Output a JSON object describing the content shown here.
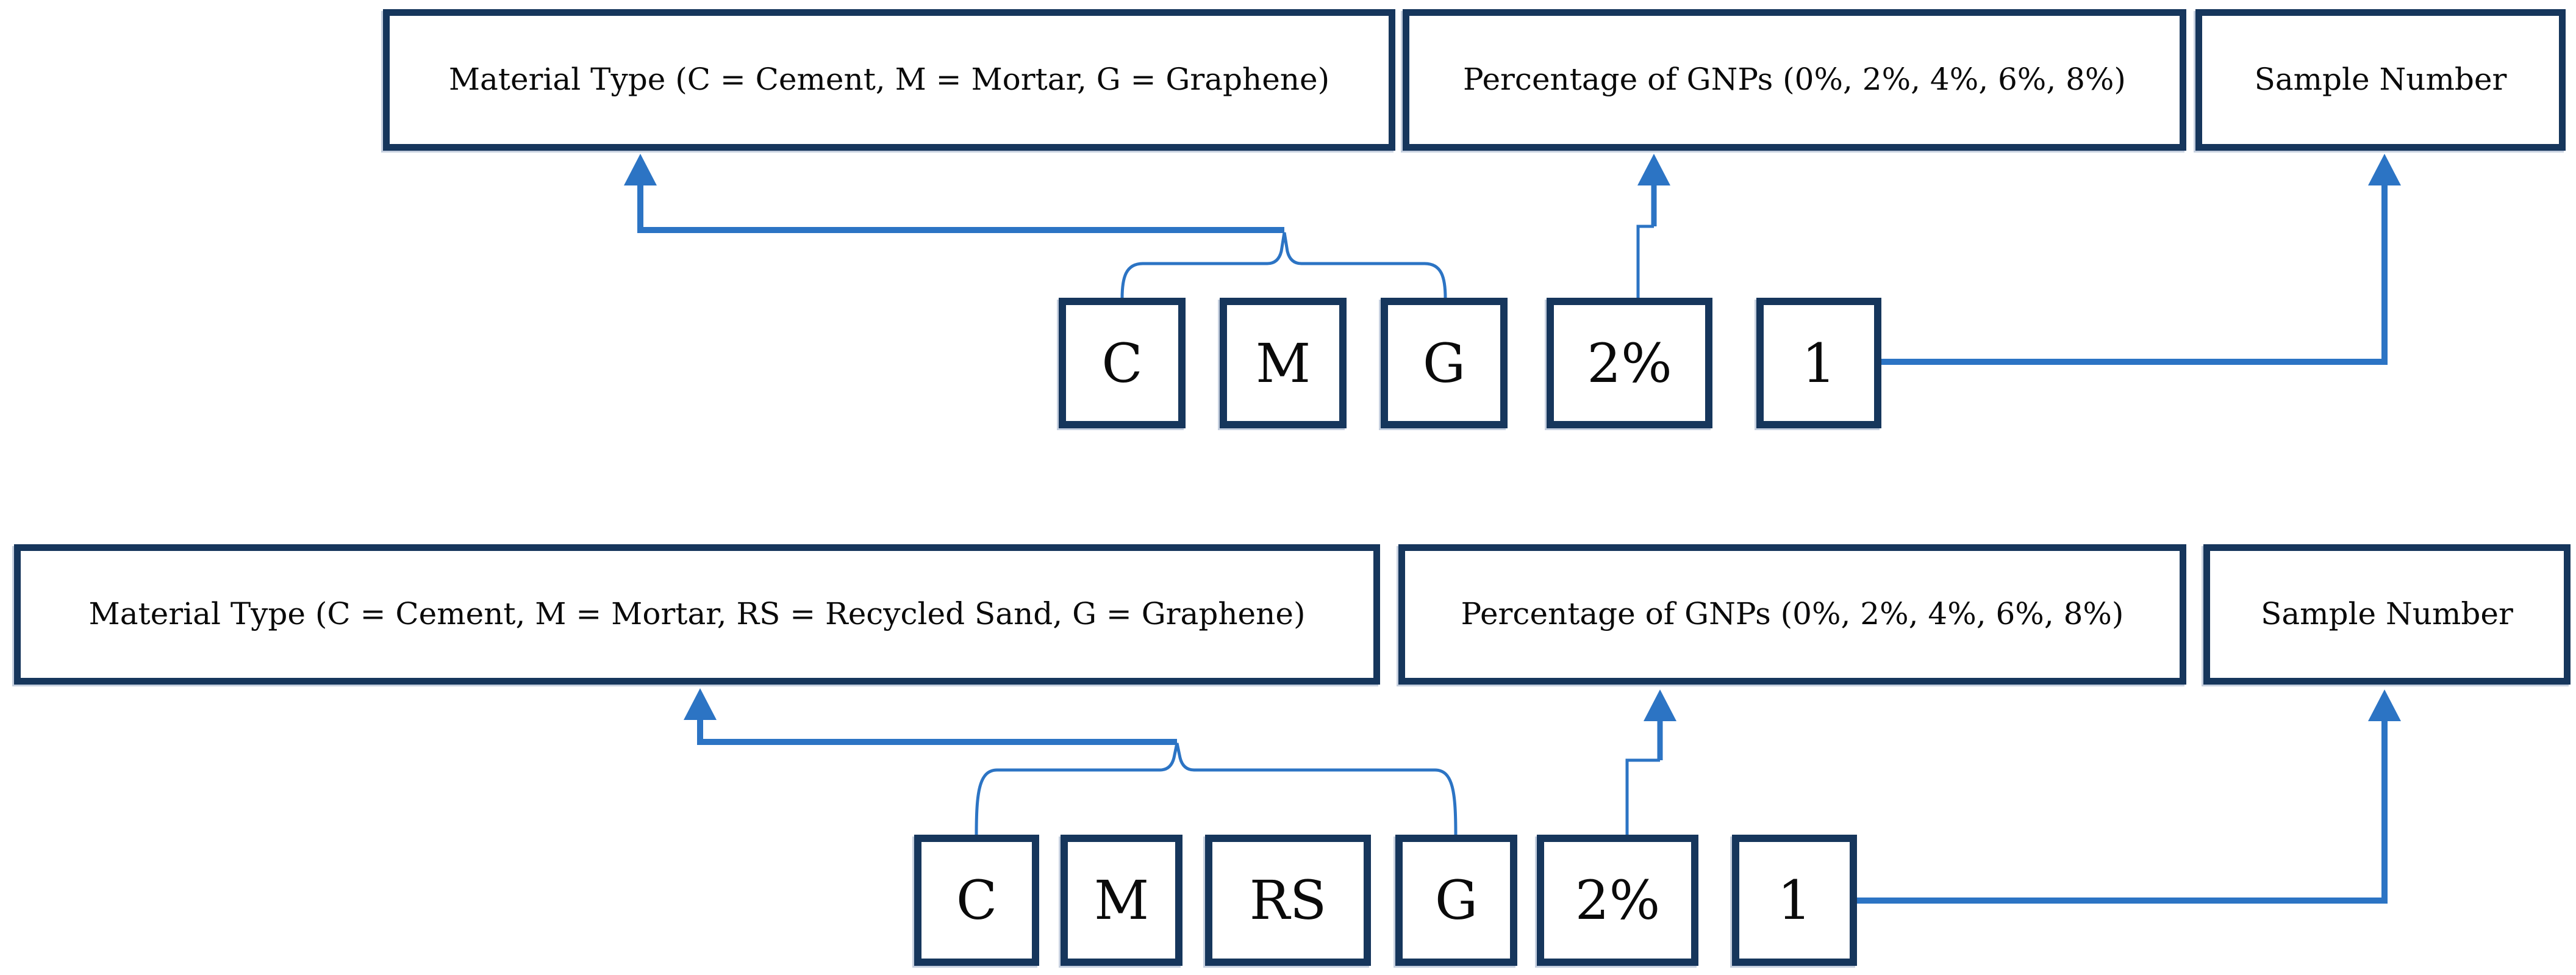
{
  "figure": {
    "description_top": "naming convention without recycled sand",
    "description_bottom": "naming convention with recycled sand"
  },
  "colors": {
    "border_navy": "#16365C",
    "arrow_blue": "#2C74C4",
    "background": "#FFFFFF",
    "text": "#0A0A0A"
  },
  "diagram_top": {
    "header_boxes": [
      {
        "label": "Material Type (C = Cement, M = Mortar, G = Graphene)"
      },
      {
        "label": "Percentage of GNPs (0%, 2%, 4%, 6%, 8%)"
      },
      {
        "label": "Sample Number"
      }
    ],
    "code_boxes": [
      {
        "label": "C"
      },
      {
        "label": "M"
      },
      {
        "label": "G"
      },
      {
        "label": "2%"
      },
      {
        "label": "1"
      }
    ]
  },
  "diagram_bottom": {
    "header_boxes": [
      {
        "label": "Material Type (C = Cement, M = Mortar, RS = Recycled Sand, G = Graphene)"
      },
      {
        "label": "Percentage of GNPs (0%, 2%, 4%, 6%, 8%)"
      },
      {
        "label": "Sample Number"
      }
    ],
    "code_boxes": [
      {
        "label": "C"
      },
      {
        "label": "M"
      },
      {
        "label": "RS"
      },
      {
        "label": "G"
      },
      {
        "label": "2%"
      },
      {
        "label": "1"
      }
    ]
  }
}
